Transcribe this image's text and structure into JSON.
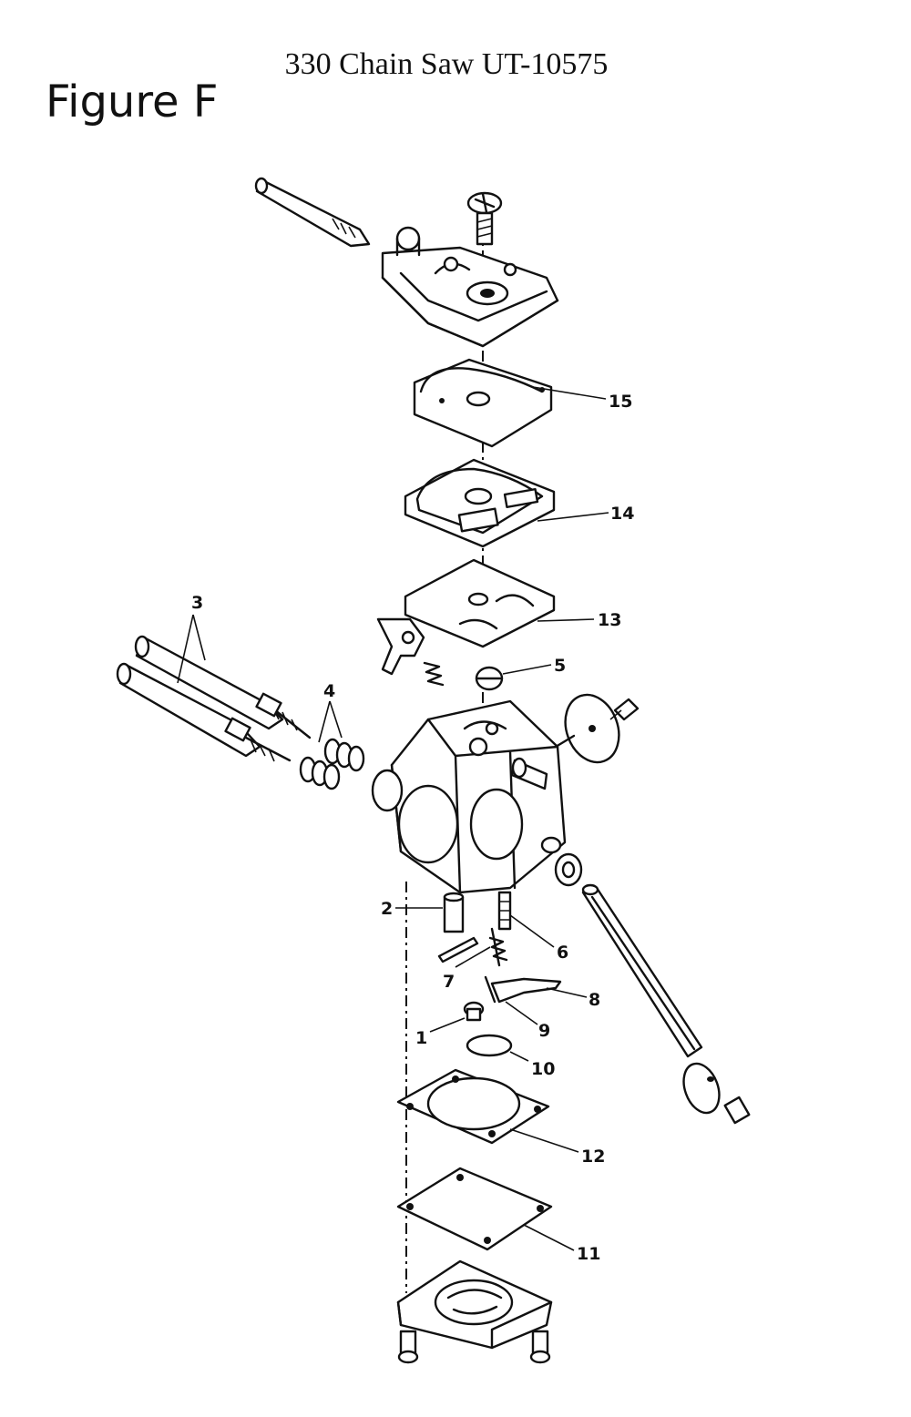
{
  "header": {
    "title": "330 Chain Saw UT-10575",
    "figure_label": "Figure F"
  },
  "callouts": [
    {
      "id": "15",
      "label": "15"
    },
    {
      "id": "14",
      "label": "14"
    },
    {
      "id": "13",
      "label": "13"
    },
    {
      "id": "3",
      "label": "3"
    },
    {
      "id": "5",
      "label": "5"
    },
    {
      "id": "4",
      "label": "4"
    },
    {
      "id": "2",
      "label": "2"
    },
    {
      "id": "6",
      "label": "6"
    },
    {
      "id": "7",
      "label": "7"
    },
    {
      "id": "8",
      "label": "8"
    },
    {
      "id": "9",
      "label": "9"
    },
    {
      "id": "1",
      "label": "1"
    },
    {
      "id": "10",
      "label": "10"
    },
    {
      "id": "12",
      "label": "12"
    },
    {
      "id": "11",
      "label": "11"
    }
  ]
}
